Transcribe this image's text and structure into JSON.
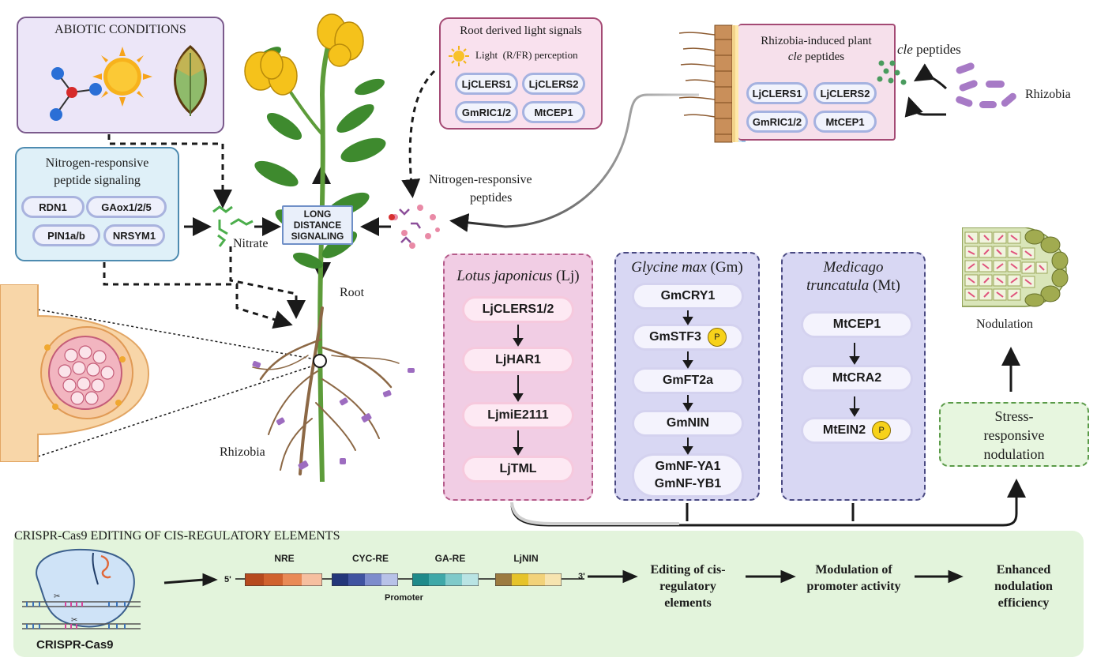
{
  "abiotic": {
    "title": "ABIOTIC CONDITIONS"
  },
  "nitrogen_box": {
    "title_line1": "Nitrogen-responsive",
    "title_line2": "peptide signaling",
    "pills": [
      "RDN1",
      "GAox1/2/5",
      "PIN1a/b",
      "NRSYM1"
    ]
  },
  "nitrate_label": "Nitrate",
  "long_distance": {
    "line1": "LONG",
    "line2": "DISTANCE",
    "line3": "SIGNALING"
  },
  "root_label": "Root",
  "rhizobia_left_label": "Rhizobia",
  "root_light": {
    "title": "Root derived light signals",
    "light_label": "Light  (R/FR) perception",
    "pills": [
      "LjCLERS1",
      "LjCLERS2",
      "GmRIC1/2",
      "MtCEP1"
    ]
  },
  "n_peptides_label": {
    "line1": "Nitrogen-responsive",
    "line2": "peptides"
  },
  "rhizobia_induced": {
    "title_line1": "Rhizobia-induced plant",
    "title_line2_italic": "cle",
    "title_line2_rest": " peptides",
    "pills": [
      "LjCLERS1",
      "LjCLERS2",
      "GmRIC1/2",
      "MtCEP1"
    ]
  },
  "cle_peptides_label": {
    "italic": "cle",
    "rest": " peptides"
  },
  "rhizobia_right_label": "Rhizobia",
  "lotus": {
    "title_italic": "Lotus japonicus",
    "title_rest": " (Lj)",
    "steps": [
      "LjCLERS1/2",
      "LjHAR1",
      "LjmiE2111",
      "LjTML"
    ]
  },
  "glycine": {
    "title_italic": "Glycine max",
    "title_rest": " (Gm)",
    "steps": [
      "GmCRY1",
      "GmSTF3",
      "GmFT2a",
      "GmNIN",
      "GmNF-YA1",
      "GmNF-YB1"
    ],
    "badge": "P"
  },
  "medicago": {
    "title_italic_1": "Medicago",
    "title_italic_2": "truncatula",
    "title_rest": " (Mt)",
    "steps": [
      "MtCEP1",
      "MtCRA2",
      "MtEIN2"
    ],
    "badge": "P"
  },
  "nodulation_label": "Nodulation",
  "stress": {
    "line1": "Stress-",
    "line2": "responsive",
    "line3": "nodulation"
  },
  "crispr": {
    "title": "CRISPR-Cas9 EDITING OF CIS-REGULATORY ELEMENTS",
    "cas_label": "CRISPR-Cas9",
    "five_prime": "5'",
    "three_prime": "3'",
    "elements": [
      "NRE",
      "CYC-RE",
      "GA-RE",
      "LjNIN"
    ],
    "promoter_label": "Promoter",
    "outcome1": {
      "line1": "Editing of cis-",
      "line2": "regulatory",
      "line3": "elements"
    },
    "outcome2": {
      "line1": "Modulation of",
      "line2": "promoter activity"
    },
    "outcome3": {
      "line1": "Enhanced",
      "line2": "nodulation",
      "line3": "efficiency"
    }
  },
  "colors": {
    "abiotic_bg": "#ece6f8",
    "abiotic_border": "#7b5a8c",
    "nitrogen_bg": "#dff0f8",
    "nitrogen_border": "#4e8bb0",
    "light_bg": "#f9e1ee",
    "light_border": "#a44a74",
    "lotus_bg": "#f1cde4",
    "lotus_border": "#b55c8a",
    "glycine_bg": "#d8d7f3",
    "glycine_border": "#4a4a82",
    "crispr_bg": "#e3f4dc",
    "stress_bg": "#e7f6df"
  }
}
